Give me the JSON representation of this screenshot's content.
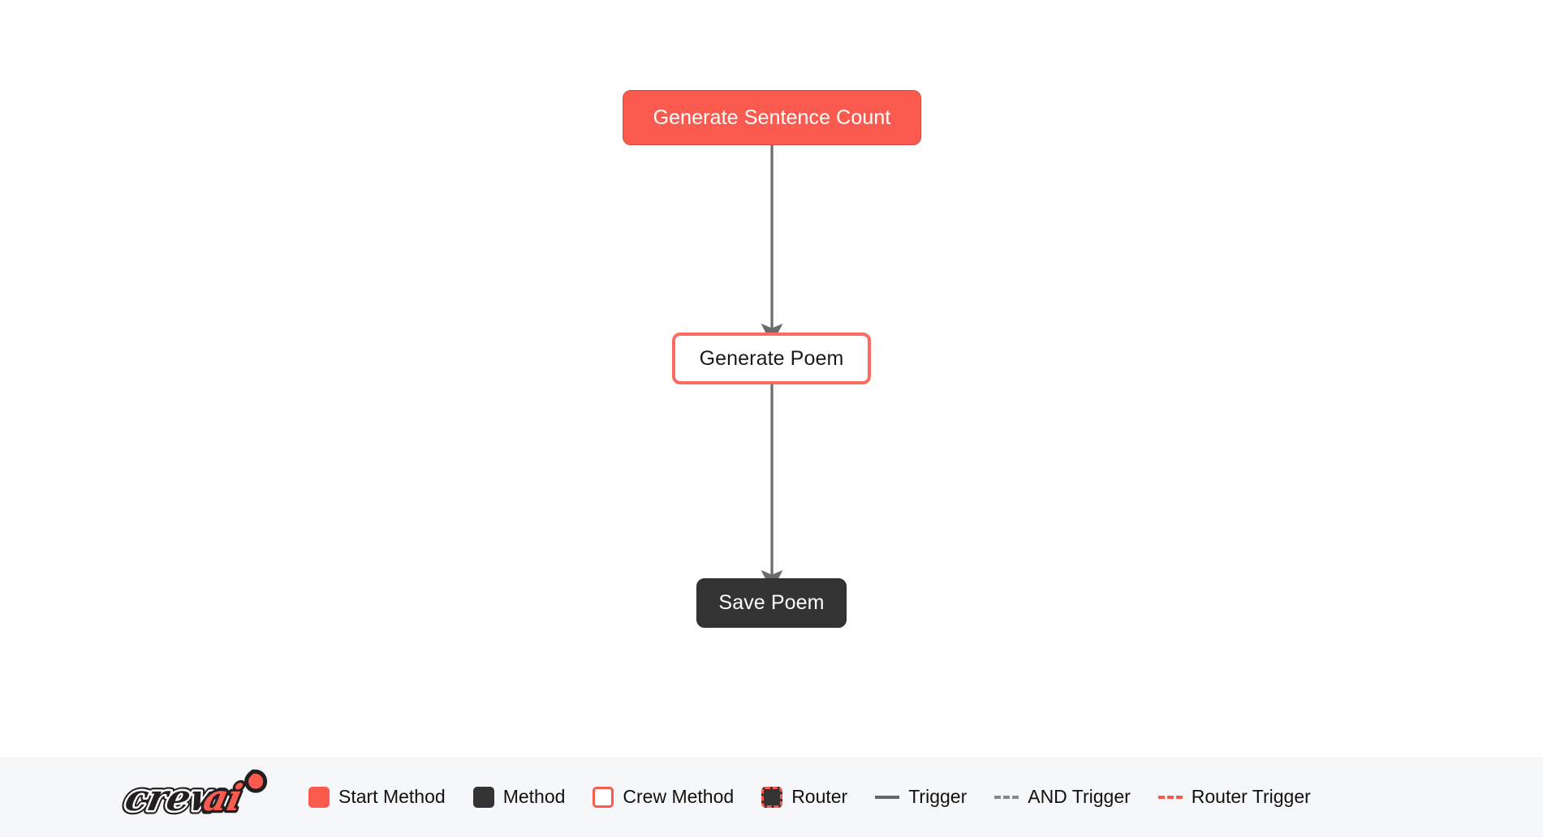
{
  "canvas": {
    "background": "#ffffff",
    "nodes": [
      {
        "id": "generate-sentence-count",
        "label": "Generate Sentence Count",
        "type": "start-method"
      },
      {
        "id": "generate-poem",
        "label": "Generate Poem",
        "type": "crew-method"
      },
      {
        "id": "save-poem",
        "label": "Save Poem",
        "type": "method"
      }
    ],
    "edges": [
      {
        "from": "generate-sentence-count",
        "to": "generate-poem",
        "style": "trigger"
      },
      {
        "from": "generate-poem",
        "to": "save-poem",
        "style": "trigger"
      }
    ]
  },
  "legend": {
    "background": "#F6F7F9",
    "logo": {
      "name": "crewai-logo",
      "text_primary": "crew",
      "text_accent": "ai"
    },
    "items": [
      {
        "key": "start-method",
        "label": "Start Method",
        "marker": "filled-square",
        "color": "#FB5A4F"
      },
      {
        "key": "method",
        "label": "Method",
        "marker": "filled-square",
        "color": "#333333"
      },
      {
        "key": "crew-method",
        "label": "Crew Method",
        "marker": "outlined-square",
        "color": "#FB5A4F"
      },
      {
        "key": "router",
        "label": "Router",
        "marker": "dashed-square",
        "color": "#FB5A4F"
      },
      {
        "key": "trigger",
        "label": "Trigger",
        "marker": "solid-line",
        "color": "#666666"
      },
      {
        "key": "and-trigger",
        "label": "AND Trigger",
        "marker": "dashed-line",
        "color": "#888888"
      },
      {
        "key": "router-trigger",
        "label": "Router Trigger",
        "marker": "dashed-line",
        "color": "#FB5A4F"
      }
    ]
  },
  "colors": {
    "accent_red": "#FB5A4F",
    "node_dark": "#333333",
    "edge_gray": "#666666",
    "legend_bg": "#F6F7F9"
  }
}
